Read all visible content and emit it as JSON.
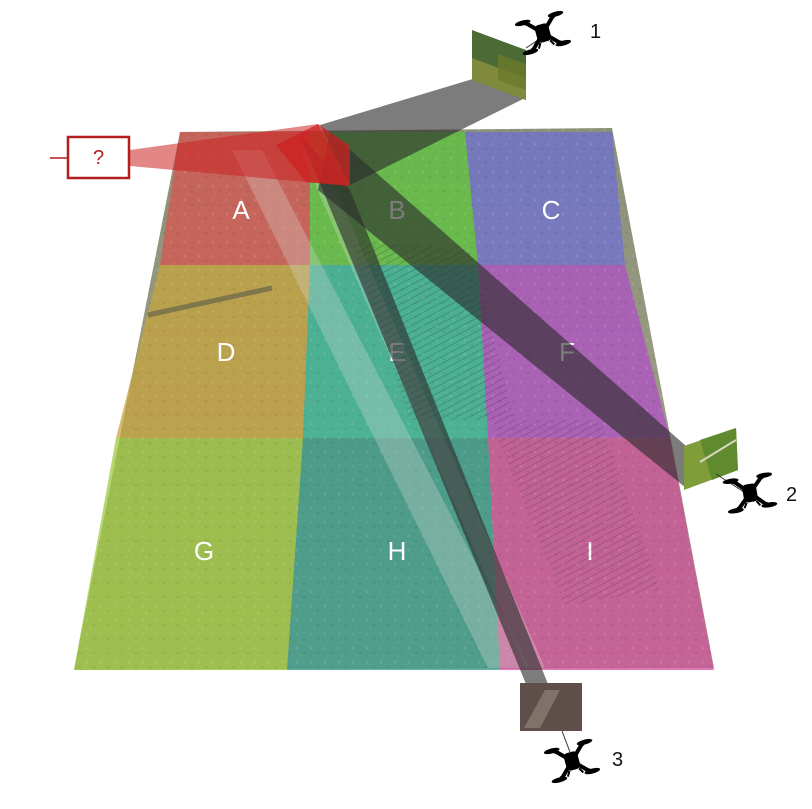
{
  "regions": [
    {
      "id": "A",
      "color": "#d9534f"
    },
    {
      "id": "B",
      "color": "#5cc83c"
    },
    {
      "id": "C",
      "color": "#6d6fd6"
    },
    {
      "id": "D",
      "color": "#c8a33a"
    },
    {
      "id": "E",
      "color": "#2fb89a"
    },
    {
      "id": "F",
      "color": "#b04cc8"
    },
    {
      "id": "G",
      "color": "#9bc83a"
    },
    {
      "id": "H",
      "color": "#2e9a8a"
    },
    {
      "id": "I",
      "color": "#d04a9a"
    }
  ],
  "query": {
    "label": "?",
    "color": "#cc2222"
  },
  "drones": [
    {
      "label": "1"
    },
    {
      "label": "2"
    },
    {
      "label": "3"
    }
  ],
  "colors": {
    "frustum": "#2b2b2b",
    "query_border": "#b41e1e"
  }
}
